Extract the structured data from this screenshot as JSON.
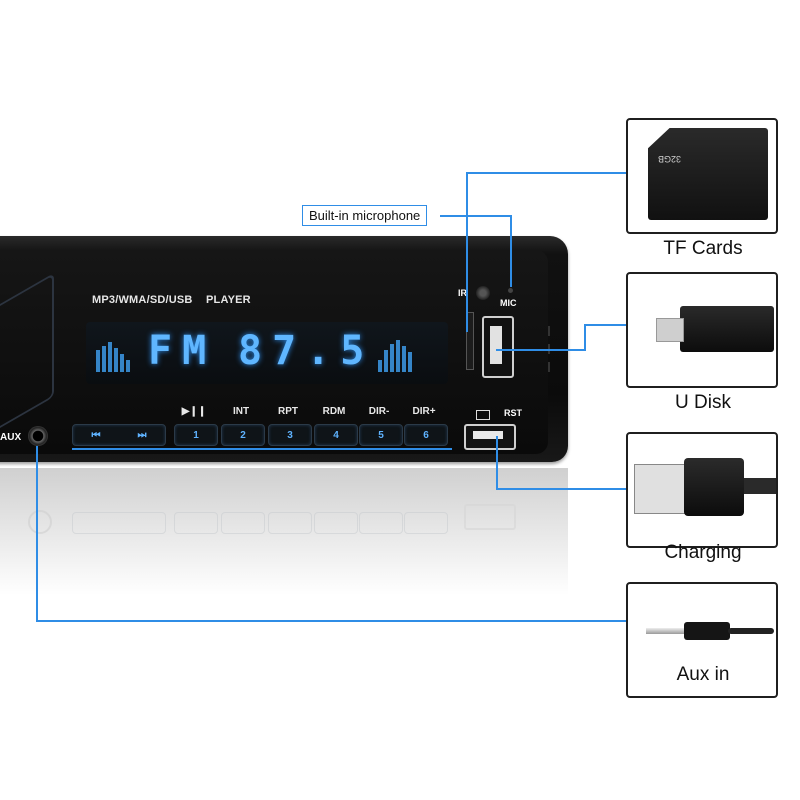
{
  "callout": {
    "microphone": "Built-in microphone"
  },
  "radio": {
    "model": "MP3/WMA/SD/USB",
    "player": "PLAYER",
    "ir": "IR",
    "mic": "MIC",
    "rst": "RST",
    "aux": "AUX",
    "lcd_band": "FM",
    "lcd_freq": "87.5",
    "functions": [
      "▶❙❙",
      "INT",
      "RPT",
      "RDM",
      "DIR-",
      "DIR+"
    ],
    "keys": [
      "1",
      "2",
      "3",
      "4",
      "5",
      "6"
    ],
    "prev_icon": "⏮",
    "next_icon": "⏭"
  },
  "features": [
    {
      "caption": "TF Cards",
      "art": "sd-card-icon",
      "badge": "32GB"
    },
    {
      "caption": "U Disk",
      "art": "usb-stick-icon"
    },
    {
      "caption": "Charging",
      "art": "usb-cable-icon"
    },
    {
      "caption": "Aux in",
      "art": "aux-cable-icon"
    }
  ],
  "colors": {
    "accent": "#2f8de6",
    "lcd": "#5fb6ff",
    "unit": "#0b0b0b"
  }
}
